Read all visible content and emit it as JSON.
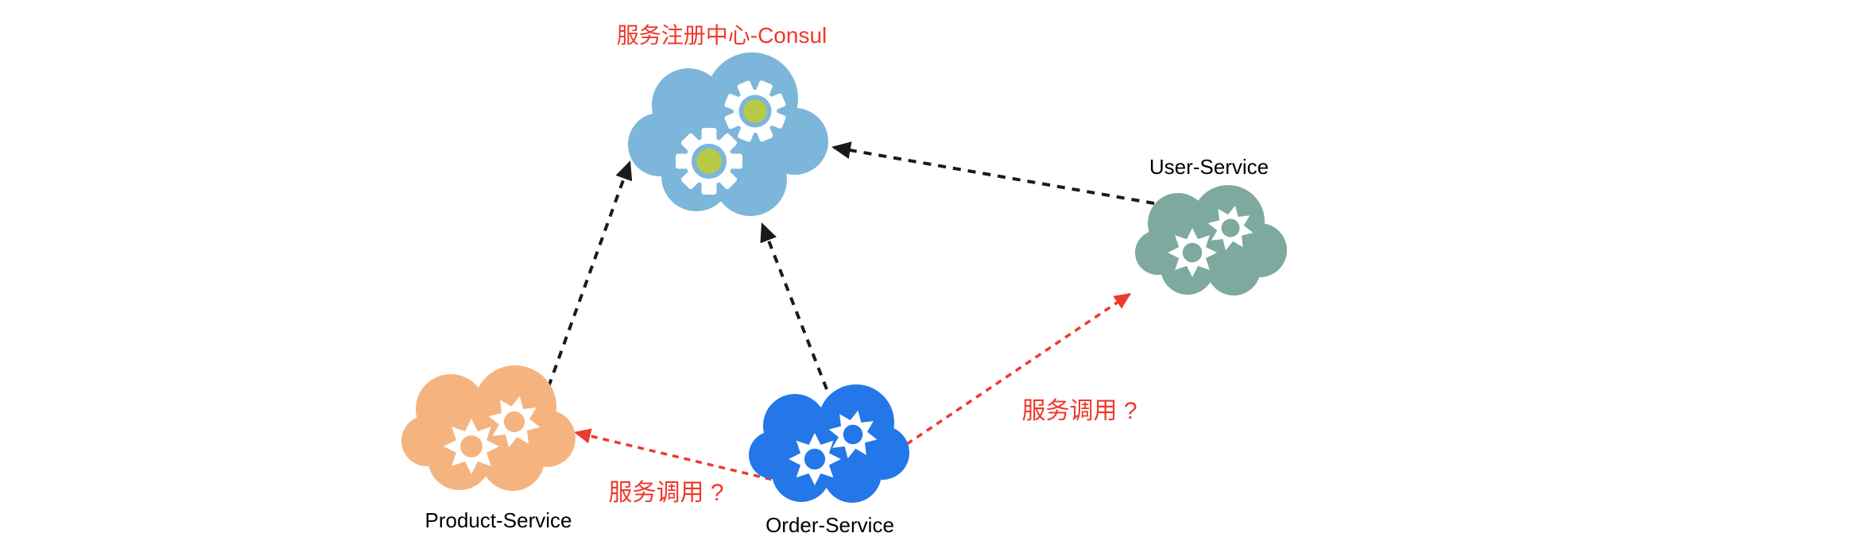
{
  "title": "服务注册中心-Consul",
  "nodes": [
    {
      "id": "consul-registry",
      "label": "服务注册中心-Consul",
      "icon": "cloud-gears-icon",
      "color": "#7cb6da"
    },
    {
      "id": "user-service",
      "label": "User-Service",
      "icon": "cloud-gears-icon",
      "color": "#7da99e"
    },
    {
      "id": "product-service",
      "label": "Product-Service",
      "icon": "cloud-gears-icon",
      "color": "#f5b47f"
    },
    {
      "id": "order-service",
      "label": "Order-Service",
      "icon": "cloud-gears-icon",
      "color": "#2377e8"
    }
  ],
  "edges": [
    {
      "from": "product-service",
      "to": "consul-registry",
      "style": "dashed-arrow",
      "color": "#1a1a1a",
      "label": ""
    },
    {
      "from": "order-service",
      "to": "consul-registry",
      "style": "dashed-arrow",
      "color": "#1a1a1a",
      "label": ""
    },
    {
      "from": "user-service",
      "to": "consul-registry",
      "style": "dashed-arrow",
      "color": "#1a1a1a",
      "label": ""
    },
    {
      "from": "order-service",
      "to": "product-service",
      "style": "dashed-arrow",
      "color": "#ee392d",
      "label": "服务调用 ?"
    },
    {
      "from": "order-service",
      "to": "user-service",
      "style": "dashed-arrow",
      "color": "#ee392d",
      "label": "服务调用 ?"
    }
  ],
  "colors": {
    "background": "#ffffff",
    "accent_red": "#ee392d",
    "arrow_black": "#1a1a1a",
    "gear_center": "#b8ca45",
    "gear_white": "#ffffff",
    "label_black": "#000000"
  }
}
